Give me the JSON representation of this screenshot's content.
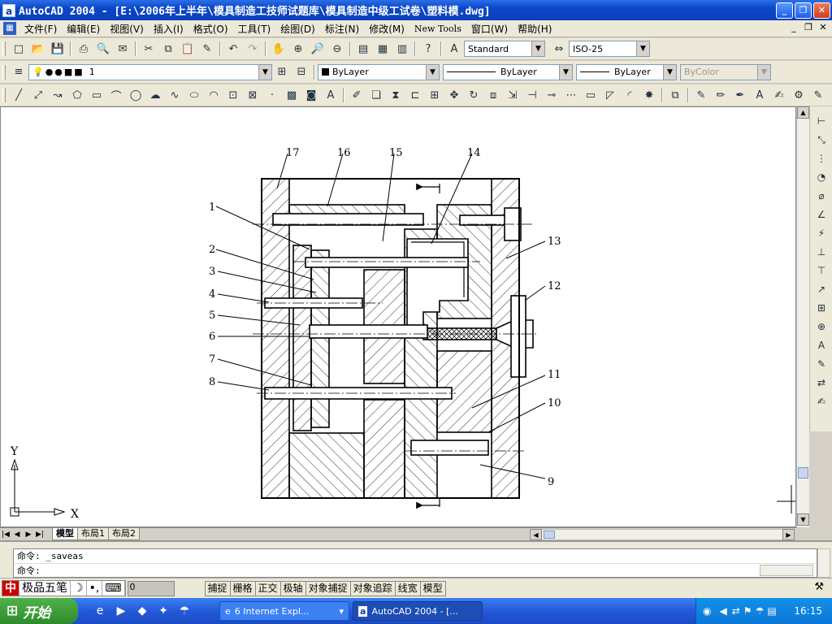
{
  "titlebar": {
    "app_icon": "a",
    "title": "AutoCAD 2004 - [E:\\2006年上半年\\模具制造工技师试题库\\模具制造中级工试卷\\塑料模.dwg]"
  },
  "menu": {
    "items": [
      "文件(F)",
      "编辑(E)",
      "视图(V)",
      "插入(I)",
      "格式(O)",
      "工具(T)",
      "绘图(D)",
      "标注(N)",
      "修改(M)",
      "New Tools",
      "窗口(W)",
      "帮助(H)"
    ]
  },
  "std_toolbar": {
    "text_style": "Standard",
    "dim_style": "ISO-25"
  },
  "layers_toolbar": {
    "layer_name": "1",
    "color": "ByLayer",
    "linetype": "ByLayer",
    "lineweight": "ByLayer",
    "plotstyle": "ByColor"
  },
  "ucs": {
    "x_label": "X",
    "y_label": "Y"
  },
  "drawing": {
    "part_numbers": [
      "1",
      "2",
      "3",
      "4",
      "5",
      "6",
      "7",
      "8",
      "9",
      "10",
      "11",
      "12",
      "13",
      "14",
      "15",
      "16",
      "17"
    ]
  },
  "tabs": {
    "model": "模型",
    "layout1": "布局1",
    "layout2": "布局2"
  },
  "command": {
    "line1": "命令: _saveas",
    "line2": "命令:"
  },
  "status": {
    "ime": {
      "logo": "中",
      "name": "极品五笔"
    },
    "coords": "0",
    "buttons": [
      "捕捉",
      "栅格",
      "正交",
      "极轴",
      "对象捕捉",
      "对象追踪",
      "线宽",
      "模型"
    ]
  },
  "taskbar": {
    "start": "开始",
    "tasks": [
      "6 Internet Expl...",
      "AutoCAD 2004 - [..."
    ],
    "clock": "16:15"
  }
}
